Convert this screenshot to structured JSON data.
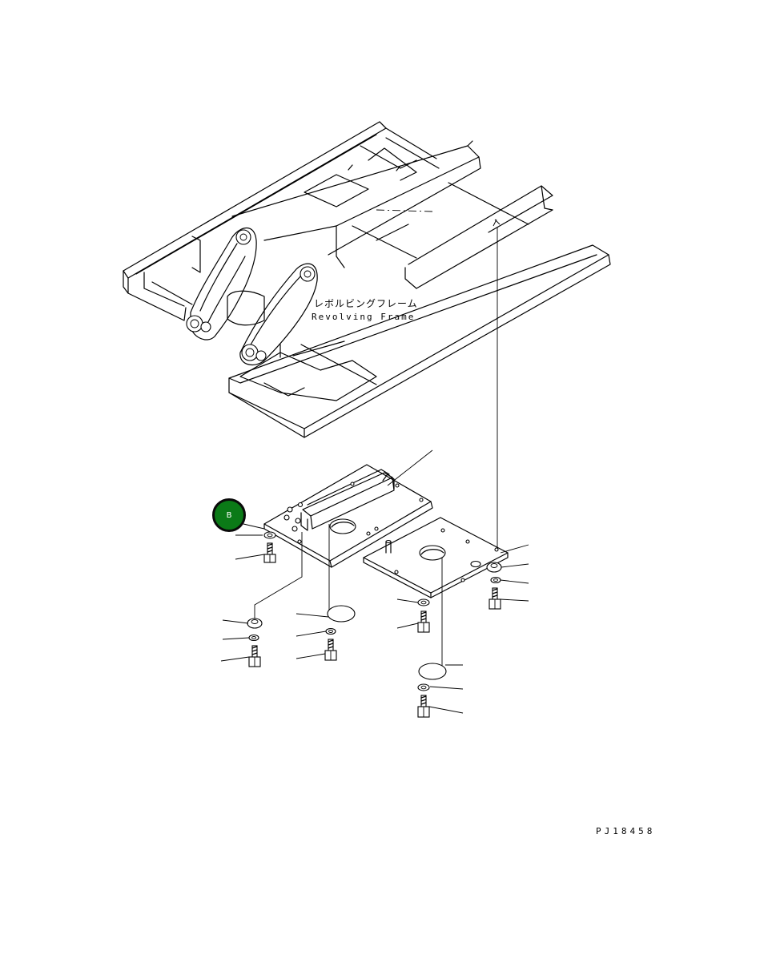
{
  "frame_label": {
    "japanese": "レボルビングフレーム",
    "english": "Revolving Frame"
  },
  "callout_badge": {
    "label": "B",
    "color": "#0b7a17"
  },
  "drawing_number": "PJ18458",
  "colors": {
    "line": "#000000",
    "background": "#ffffff"
  }
}
